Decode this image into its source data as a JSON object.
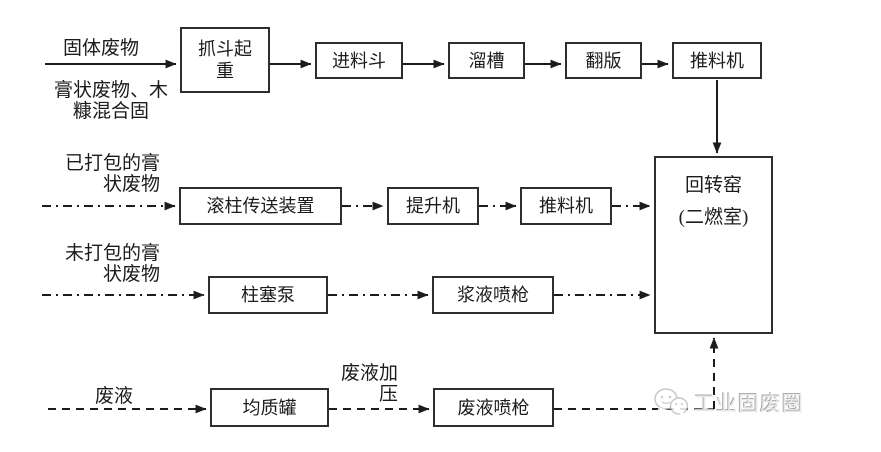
{
  "diagram": {
    "background_color": "#ffffff",
    "line_color": "#1c1c1c",
    "box_border_color": "#2e2e2e",
    "labels": {
      "solid_waste": "固体废物",
      "paste_wood_mix": "膏状废物、木\n糠混合固",
      "packed_paste": "已打包的膏\n状废物",
      "unpacked_paste": "未打包的膏\n状废物",
      "waste_liquid": "废液",
      "waste_liquid_pressurize": "废液加\n压"
    },
    "boxes": {
      "grab_crane": "抓斗起\n重",
      "feed_hopper": "进料斗",
      "chute": "溜槽",
      "flip_plate": "翻版",
      "pusher_top": "推料机",
      "rotary_kiln": "回转窑\n(二燃室)",
      "roller_conveyor": "滚柱传送装置",
      "hoist": "提升机",
      "pusher_mid": "推料机",
      "plunger_pump": "柱塞泵",
      "slurry_spray_gun": "浆液喷枪",
      "homogenizing_tank": "均质罐",
      "waste_liquid_spray_gun": "废液喷枪"
    },
    "watermark": {
      "icon": "wechat-chat-bubbles",
      "text": "工业固废圈",
      "color": "#c9c9c9"
    }
  }
}
